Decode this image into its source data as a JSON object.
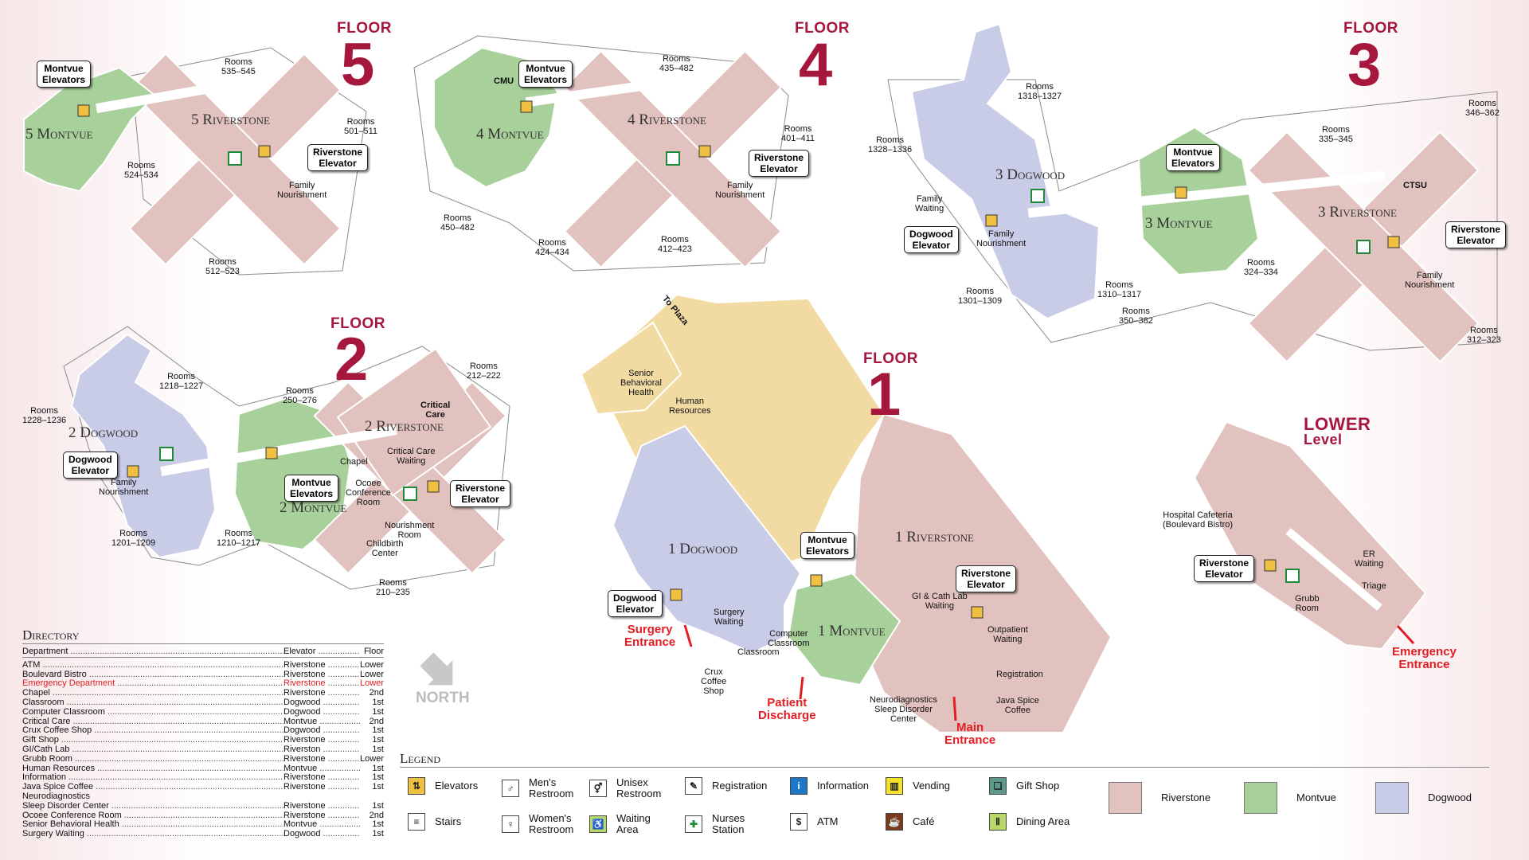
{
  "floors": {
    "f5": {
      "word": "FLOOR",
      "num": "5"
    },
    "f4": {
      "word": "FLOOR",
      "num": "4"
    },
    "f3": {
      "word": "FLOOR",
      "num": "3"
    },
    "f2": {
      "word": "FLOOR",
      "num": "2"
    },
    "f1": {
      "word": "FLOOR",
      "num": "1"
    },
    "lower": {
      "word": "LOWER",
      "sub": "Level"
    }
  },
  "wings": {
    "f5_montvue": "5 Montvue",
    "f5_riverstone": "5 Riverstone",
    "f4_montvue": "4 Montvue",
    "f4_riverstone": "4 Riverstone",
    "f3_dogwood": "3 Dogwood",
    "f3_montvue": "3 Montvue",
    "f3_riverstone": "3 Riverstone",
    "f2_dogwood": "2 Dogwood",
    "f2_montvue": "2 Montvue",
    "f2_riverstone": "2 Riverstone",
    "f1_dogwood": "1 Dogwood",
    "f1_montvue": "1 Montvue",
    "f1_riverstone": "1 Riverstone"
  },
  "callouts": {
    "montvue_elevators": "Montvue\nElevators",
    "riverstone_elevator": "Riverstone\nElevator",
    "dogwood_elevator": "Dogwood\nElevator"
  },
  "labels": {
    "rooms": "Rooms",
    "f5_r1": "535–545",
    "f5_r2": "501–511",
    "f5_r3": "524–534",
    "f5_r4": "512–523",
    "f4_r1": "435–482",
    "f4_r2": "401–411",
    "f4_r3": "450–482",
    "f4_r4": "424–434",
    "f4_r5": "412–423",
    "f3_r1": "1318–1327",
    "f3_r2": "1328–1336",
    "f3_r3": "335–345",
    "f3_r4": "346–362",
    "f3_r5": "1301–1309",
    "f3_r6": "1310–1317",
    "f3_r7": "350–382",
    "f3_r8": "324–334",
    "f3_r9": "312–323",
    "f2_r1": "1218–1227",
    "f2_r2": "1228–1236",
    "f2_r3": "250–276",
    "f2_r4": "212–222",
    "f2_r5": "1201–1209",
    "f2_r6": "1210–1217",
    "f2_r7": "210–235",
    "family_nourishment": "Family\nNourishment",
    "family_waiting": "Family\nWaiting",
    "cmu": "CMU",
    "ctsu": "CTSU",
    "critical_care": "Critical\nCare",
    "critical_care_waiting": "Critical Care\nWaiting",
    "chapel": "Chapel",
    "ocoee": "Ocoee\nConference\nRoom",
    "nourishment_room": "Nourishment\nRoom",
    "childbirth": "Childbirth\nCenter",
    "to_plaza": "To Plaza",
    "senior_behavioral": "Senior\nBehavioral\nHealth",
    "human_resources": "Human\nResources",
    "surgery_waiting": "Surgery\nWaiting",
    "computer_classroom": "Computer\nClassroom",
    "classroom": "Classroom",
    "crux": "Crux\nCoffee\nShop",
    "gi_cath": "GI & Cath Lab\nWaiting",
    "outpatient": "Outpatient\nWaiting",
    "registration": "Registration",
    "java_spice": "Java Spice\nCoffee",
    "neuro": "Neurodiagnostics\nSleep Disorder\nCenter",
    "cafeteria": "Hospital Cafeteria\n(Boulevard Bistro)",
    "er_waiting": "ER\nWaiting",
    "triage": "Triage",
    "grubb": "Grubb\nRoom"
  },
  "entrances": {
    "surgery": "Surgery\nEntrance",
    "patient": "Patient\nDischarge",
    "main": "Main\nEntrance",
    "emergency": "Emergency\nEntrance"
  },
  "north": "NORTH",
  "directory": {
    "title": "Directory",
    "header": {
      "dept": "Department",
      "elev": "Elevator",
      "floor": "Floor"
    },
    "rows": [
      {
        "dept": "ATM",
        "elev": "Riverstone",
        "floor": "Lower"
      },
      {
        "dept": "Boulevard Bistro",
        "elev": "Riverstone",
        "floor": "Lower"
      },
      {
        "dept": "Emergency Department",
        "elev": "Riverstone",
        "floor": "Lower"
      },
      {
        "dept": "Chapel",
        "elev": "Riverstone",
        "floor": "2nd"
      },
      {
        "dept": "Classroom",
        "elev": "Dogwood",
        "floor": "1st"
      },
      {
        "dept": "Computer Classroom",
        "elev": "Dogwood",
        "floor": "1st"
      },
      {
        "dept": "Critical Care",
        "elev": "Montvue",
        "floor": "2nd"
      },
      {
        "dept": "Crux Coffee Shop",
        "elev": "Dogwood",
        "floor": "1st"
      },
      {
        "dept": "Gift Shop",
        "elev": "Riverstone",
        "floor": "1st"
      },
      {
        "dept": "GI/Cath Lab",
        "elev": "Riverston",
        "floor": "1st"
      },
      {
        "dept": "Grubb Room",
        "elev": "Riverstone",
        "floor": "Lower"
      },
      {
        "dept": "Human Resources",
        "elev": "Montvue",
        "floor": "1st"
      },
      {
        "dept": "Information",
        "elev": "Riverstone",
        "floor": "1st"
      },
      {
        "dept": "Java Spice Coffee",
        "elev": "Riverstone",
        "floor": "1st"
      },
      {
        "dept": "Neurodiagnostics",
        "elev": "",
        "floor": ""
      },
      {
        "dept": "  Sleep Disorder Center",
        "elev": "Riverstone",
        "floor": "1st"
      },
      {
        "dept": "Ocoee Conference Room",
        "elev": "Riverstone",
        "floor": "2nd"
      },
      {
        "dept": "Senior Behavioral Health",
        "elev": "Montvue",
        "floor": "1st"
      },
      {
        "dept": "Surgery Waiting",
        "elev": "Dogwood",
        "floor": "1st"
      }
    ]
  },
  "legend": {
    "title": "Legend",
    "items": [
      {
        "label": "Elevators",
        "icon": "elevator-icon"
      },
      {
        "label": "Stairs",
        "icon": "stairs-icon"
      },
      {
        "label": "Men's\nRestroom",
        "icon": "mens-restroom-icon"
      },
      {
        "label": "Women's\nRestroom",
        "icon": "womens-restroom-icon"
      },
      {
        "label": "Unisex\nRestroom",
        "icon": "unisex-restroom-icon"
      },
      {
        "label": "Waiting\nArea",
        "icon": "waiting-area-icon"
      },
      {
        "label": "Registration",
        "icon": "registration-icon"
      },
      {
        "label": "Nurses\nStation",
        "icon": "nurses-station-icon"
      },
      {
        "label": "Information",
        "icon": "information-icon"
      },
      {
        "label": "ATM",
        "icon": "atm-icon"
      },
      {
        "label": "Vending",
        "icon": "vending-icon"
      },
      {
        "label": "Café",
        "icon": "cafe-icon"
      },
      {
        "label": "Gift Shop",
        "icon": "gift-shop-icon"
      },
      {
        "label": "Dining Area",
        "icon": "dining-area-icon"
      }
    ],
    "buildings": [
      {
        "label": "Riverstone",
        "color": "#e2c2bf"
      },
      {
        "label": "Montvue",
        "color": "#a8d09a"
      },
      {
        "label": "Dogwood",
        "color": "#c8cce6"
      }
    ]
  },
  "colors": {
    "riverstone": "#e2c2bf",
    "montvue": "#a8d09a",
    "dogwood": "#c8cce6",
    "behavioral": "#f2dba3",
    "accent": "#a5173d",
    "entrance": "#e41d22"
  }
}
